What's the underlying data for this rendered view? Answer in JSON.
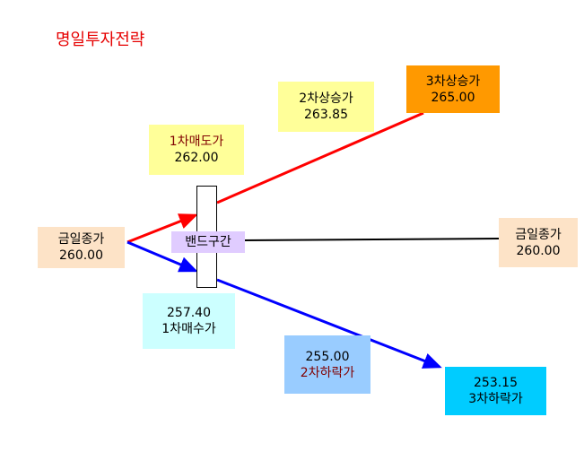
{
  "title": "명일투자전략",
  "colors": {
    "title": "#e60000",
    "upper_line": "#ff0000",
    "lower_line": "#0000ff",
    "band_line": "#000000"
  },
  "nodes": {
    "today_close_left": {
      "label": "금일종가",
      "value": "260.00"
    },
    "sell_1": {
      "label": "1차매도가",
      "value": "262.00"
    },
    "up_2": {
      "label": "2차상승가",
      "value": "263.85"
    },
    "up_3": {
      "label": "3차상승가",
      "value": "265.00"
    },
    "today_close_right": {
      "label": "금일종가",
      "value": "260.00"
    },
    "buy_1": {
      "value": "257.40",
      "label": "1차매수가"
    },
    "down_2": {
      "value": "255.00",
      "label": "2차하락가"
    },
    "down_3": {
      "value": "253.15",
      "label": "3차하락가"
    }
  },
  "band_label": "밴드구간"
}
